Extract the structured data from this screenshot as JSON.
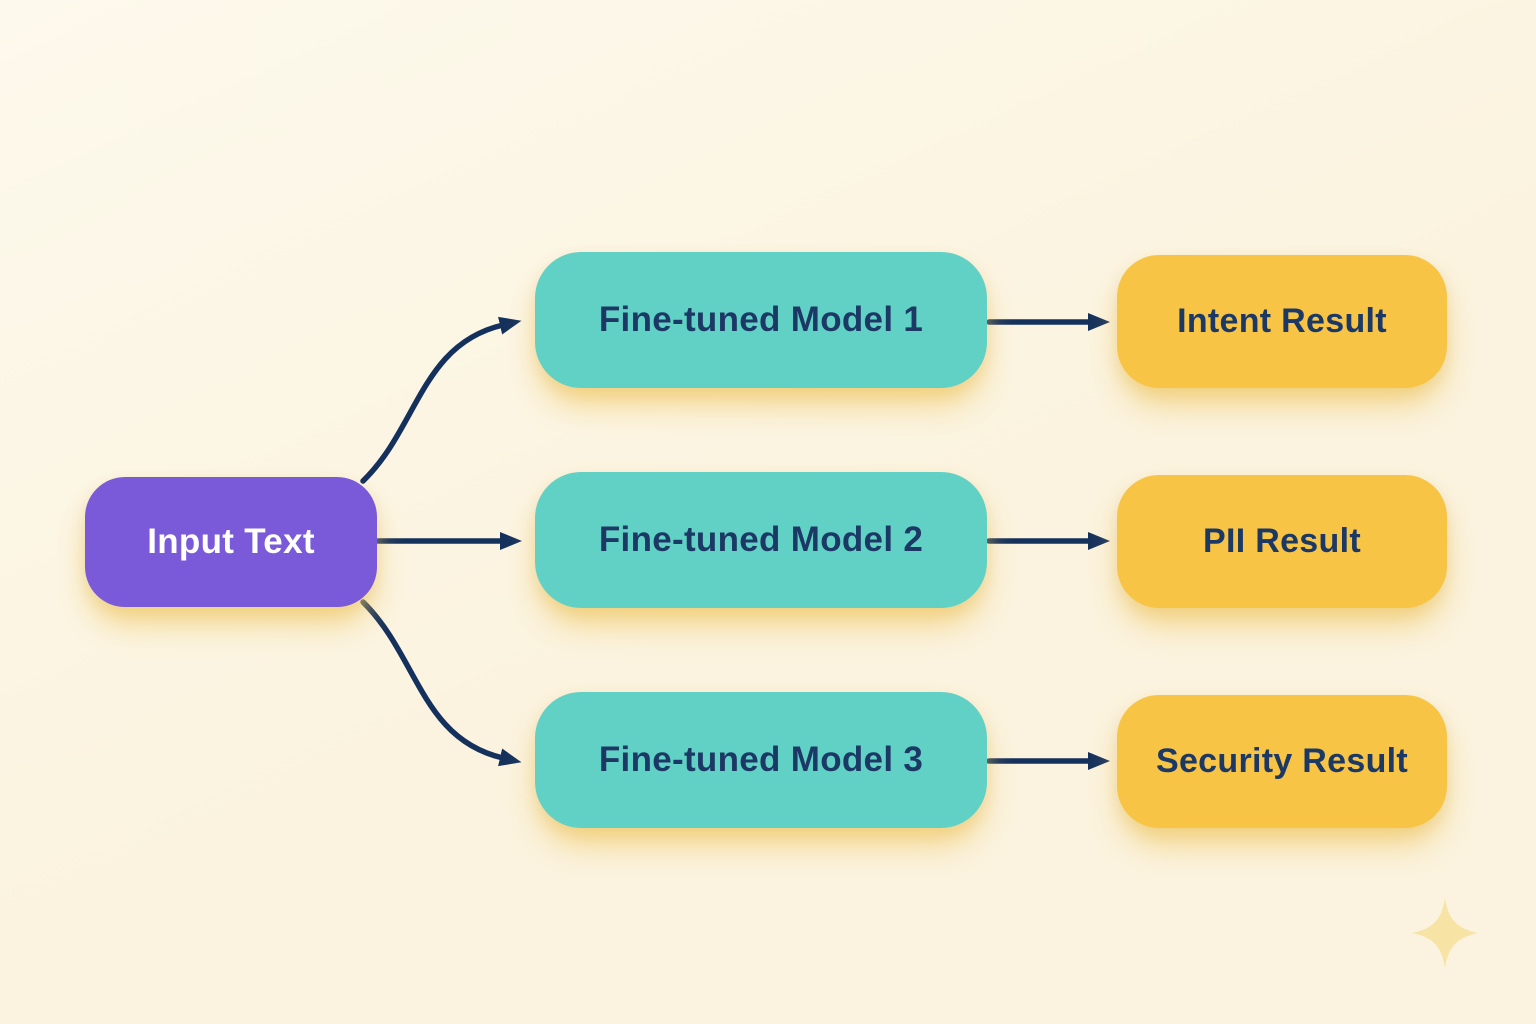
{
  "nodes": {
    "input": {
      "label": "Input Text"
    },
    "models": [
      {
        "id": "model-1",
        "label": "Fine-tuned Model 1"
      },
      {
        "id": "model-2",
        "label": "Fine-tuned Model 2"
      },
      {
        "id": "model-3",
        "label": "Fine-tuned Model 3"
      }
    ],
    "results": [
      {
        "id": "result-intent",
        "label": "Intent Result"
      },
      {
        "id": "result-pii",
        "label": "PII Result"
      },
      {
        "id": "result-security",
        "label": "Security Result"
      }
    ]
  },
  "edges": [
    {
      "from": "input",
      "to": "model-1",
      "style": "curved-up"
    },
    {
      "from": "input",
      "to": "model-2",
      "style": "straight"
    },
    {
      "from": "input",
      "to": "model-3",
      "style": "curved-down"
    },
    {
      "from": "model-1",
      "to": "result-intent",
      "style": "straight"
    },
    {
      "from": "model-2",
      "to": "result-pii",
      "style": "straight"
    },
    {
      "from": "model-3",
      "to": "result-security",
      "style": "straight"
    }
  ],
  "icons": {
    "sparkle": "sparkle-icon"
  },
  "colors": {
    "background": "#FBF3DF",
    "background_light": "#FDF9EC",
    "input_fill": "#7A5AD8",
    "input_text": "#FFFFFF",
    "model_fill": "#62D1C5",
    "result_fill": "#F7C445",
    "node_text": "#1C3966",
    "arrow": "#14305C",
    "sparkle": "#F7E3A3"
  }
}
